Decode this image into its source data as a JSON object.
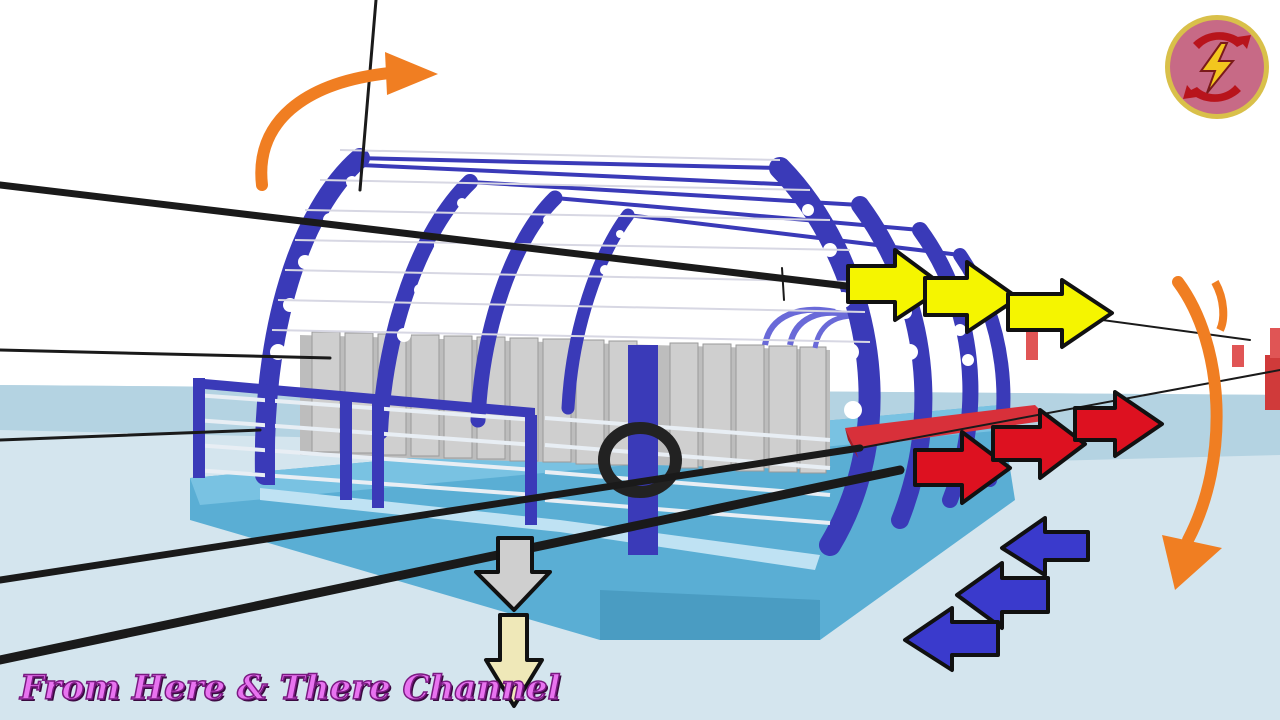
{
  "watermark": {
    "text": "From Here & There Channel"
  },
  "colors": {
    "sky": "#ffffff",
    "water": "#c6dde8",
    "hull": "#5aaed4",
    "frame": "#3a3ab8",
    "rails": "#e8eef4",
    "tanks": "#bdbdbd",
    "cable": "#1a1a1a",
    "arrow_orange": "#f07e22",
    "arrow_yellow": "#f5f500",
    "arrow_red": "#dd1120",
    "arrow_blue": "#3a3acc",
    "arrow_grey": "#cfcfcf",
    "arrow_beige": "#efe8b8",
    "watermark": "#e873f0",
    "logo_bg": "#c76a86",
    "logo_ring": "#d9c04a",
    "logo_bolt": "#b8141c"
  },
  "icons": {
    "logo": "channel-logo-icon",
    "arrows": [
      "orange-curved-arrow",
      "yellow-right-arrow",
      "red-right-arrow",
      "blue-left-arrow",
      "down-arrow"
    ]
  }
}
